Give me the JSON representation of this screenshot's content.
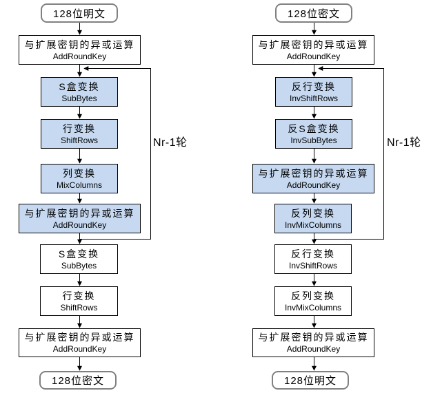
{
  "diagram": {
    "title_hint": "AES encryption and decryption flow",
    "left": {
      "start_label": "128位明文",
      "end_label": "128位密文",
      "loop_label": "Nr-1轮",
      "nodes": [
        {
          "zh": "与扩展密钥的异或运算",
          "en": "AddRoundKey",
          "highlighted": false
        },
        {
          "zh": "S盒变换",
          "en": "SubBytes",
          "highlighted": true
        },
        {
          "zh": "行变换",
          "en": "ShiftRows",
          "highlighted": true
        },
        {
          "zh": "列变换",
          "en": "MixColumns",
          "highlighted": true
        },
        {
          "zh": "与扩展密钥的异或运算",
          "en": "AddRoundKey",
          "highlighted": true
        },
        {
          "zh": "S盒变换",
          "en": "SubBytes",
          "highlighted": false
        },
        {
          "zh": "行变换",
          "en": "ShiftRows",
          "highlighted": false
        },
        {
          "zh": "与扩展密钥的异或运算",
          "en": "AddRoundKey",
          "highlighted": false
        }
      ]
    },
    "right": {
      "start_label": "128位密文",
      "end_label": "128位明文",
      "loop_label": "Nr-1轮",
      "nodes": [
        {
          "zh": "与扩展密钥的异或运算",
          "en": "AddRoundKey",
          "highlighted": false
        },
        {
          "zh": "反行变换",
          "en": "InvShiftRows",
          "highlighted": true
        },
        {
          "zh": "反S盒变换",
          "en": "InvSubBytes",
          "highlighted": true
        },
        {
          "zh": "与扩展密钥的异或运算",
          "en": "AddRoundKey",
          "highlighted": true
        },
        {
          "zh": "反列变换",
          "en": "InvMixColumns",
          "highlighted": true
        },
        {
          "zh": "反行变换",
          "en": "InvShiftRows",
          "highlighted": false
        },
        {
          "zh": "反列变换",
          "en": "InvMixColumns",
          "highlighted": false
        },
        {
          "zh": "与扩展密钥的异或运算",
          "en": "AddRoundKey",
          "highlighted": false
        }
      ]
    }
  },
  "colors": {
    "highlight_fill": "#c6d9f1",
    "box_border": "#000000",
    "pill_border": "#808080",
    "text": "#000000",
    "background": "#ffffff",
    "line": "#000000"
  }
}
